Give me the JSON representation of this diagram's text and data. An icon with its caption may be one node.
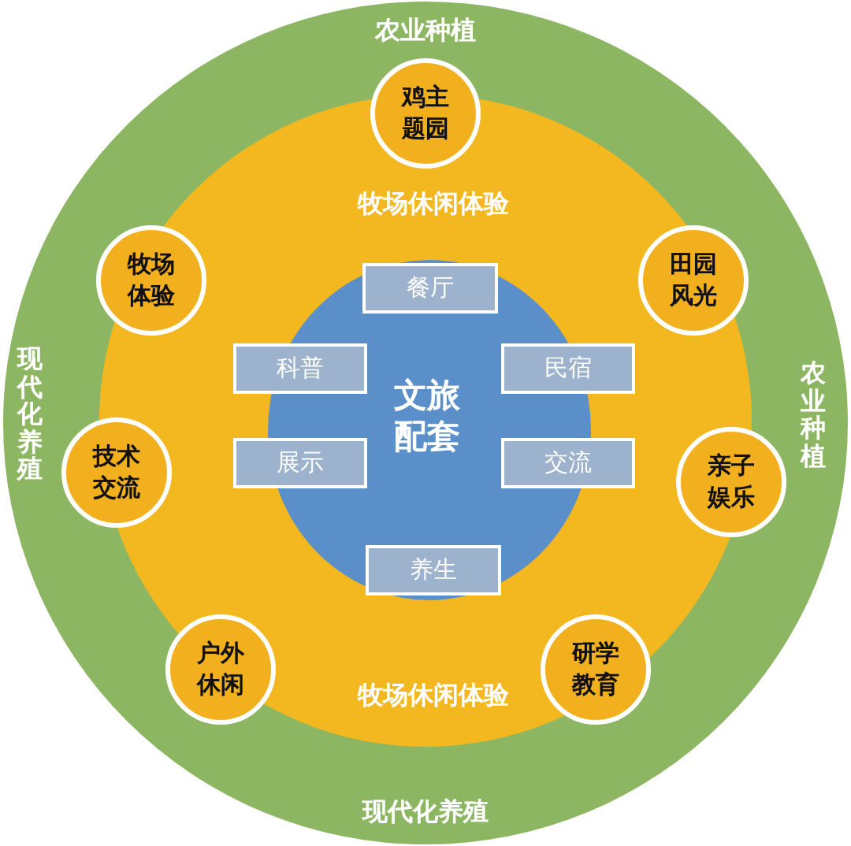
{
  "diagram": {
    "nodes": [
      {
        "text": [
          "农业种植",
          "现代化养殖",
          "农业种植",
          "现代化养殖"
        ]
      },
      {
        "text": [
          "牧场休闲体验",
          "牧场休闲体验"
        ],
        "in": 0
      },
      {
        "text": [
          "文旅配套"
        ],
        "in": 1
      },
      {
        "text": [
          "餐厅"
        ],
        "in": 2
      },
      {
        "text": [
          "科普"
        ],
        "in": 1
      },
      {
        "text": [
          "民宿"
        ],
        "in": 1
      },
      {
        "text": [
          "展示"
        ],
        "in": 1
      },
      {
        "text": [
          "交流"
        ],
        "in": 1
      },
      {
        "text": [
          "养生"
        ],
        "in": 2
      },
      {
        "text": [
          "鸡主题园"
        ],
        "in": 0
      },
      {
        "text": [
          "牧场体验"
        ],
        "in": 1
      },
      {
        "text": [
          "田园风光"
        ],
        "in": 1
      },
      {
        "text": [
          "技术交流"
        ],
        "in": 0
      },
      {
        "text": [
          "亲子娱乐"
        ],
        "in": 0
      },
      {
        "text": [
          "户外休闲"
        ],
        "in": 1
      },
      {
        "text": [
          "研学教育"
        ],
        "in": 1
      }
    ]
  }
}
